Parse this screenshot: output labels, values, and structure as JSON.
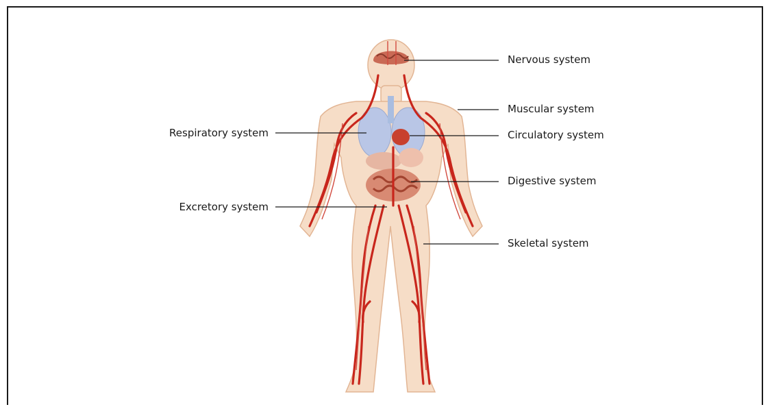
{
  "labels": {
    "nervous": "Nervous system",
    "muscular": "Muscular system",
    "respiratory": "Respiratory system",
    "circulatory": "Circulatory system",
    "digestive": "Digestive system",
    "excretory": "Excretory system",
    "skeletal": "Skeletal system"
  },
  "colors": {
    "vessels": "#c8261c",
    "skin": "#f6ddc7",
    "outline": "#e2b594",
    "lungs": "#b9c6e6",
    "brain": "#c96a55",
    "gut": "#d88a73",
    "leader_line": "#1a1a1a"
  }
}
